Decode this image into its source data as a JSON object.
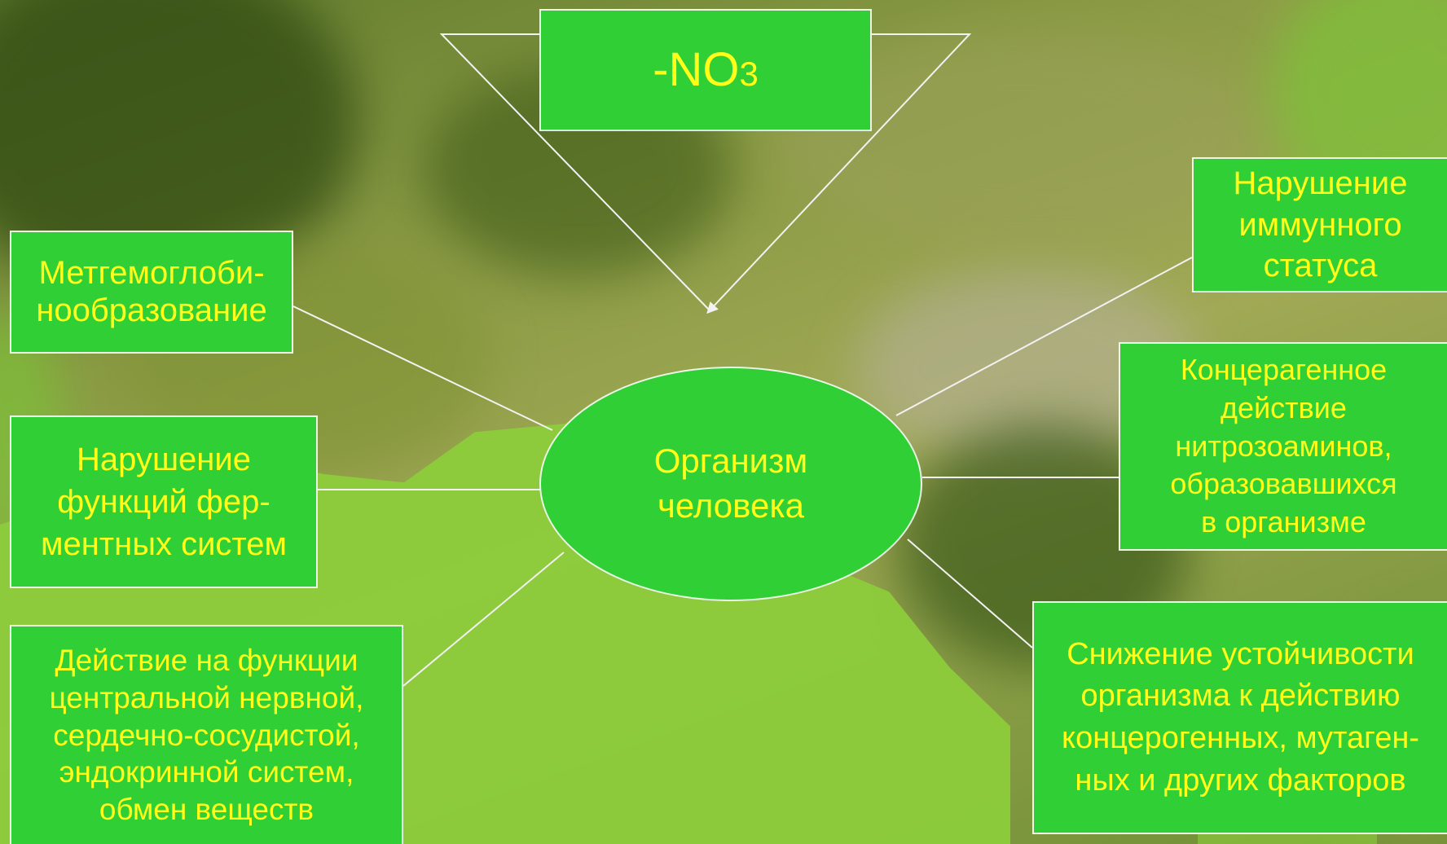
{
  "diagram": {
    "source": {
      "prefix": "-NO",
      "subscript": "3"
    },
    "center": "Организм\nчеловека",
    "effects": [
      {
        "id": "methemoglobin",
        "text": "Метгемоглоби-\nнообразование"
      },
      {
        "id": "enzymes",
        "text": "Нарушение\nфункций  фер-\nментных систем"
      },
      {
        "id": "nervous",
        "text": "Действие на функции\nцентральной нервной,\nсердечно-сосудистой,\nэндокринной систем,\nобмен веществ"
      },
      {
        "id": "immune",
        "text": "Нарушение\nиммунного\nстатуса"
      },
      {
        "id": "carcinogenic",
        "text": "Концерагенное\nдействие\nнитрозоаминов,\nобразовавшихся\nв организме"
      },
      {
        "id": "resistance",
        "text": "Снижение устойчивости\nорганизма к действию\nконцерогенных, мутаген-\nных и других факторов"
      }
    ]
  },
  "colors": {
    "box_fill": "#2fcf35",
    "text": "#ffff1a",
    "line": "#f2f2f2"
  }
}
